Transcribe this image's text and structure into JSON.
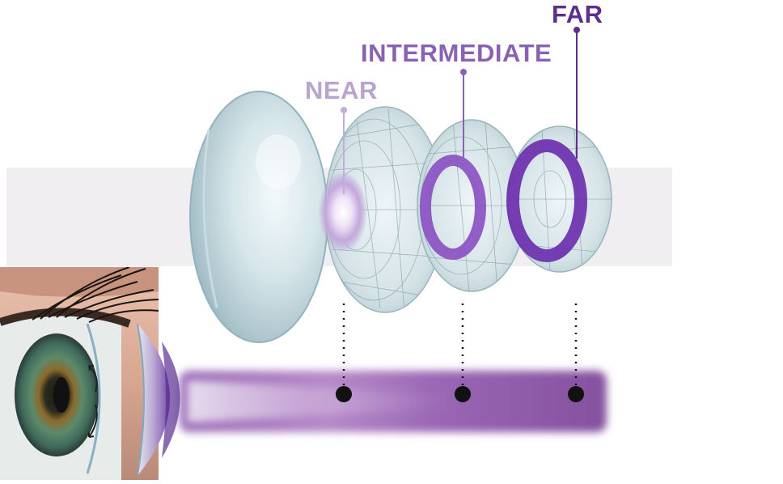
{
  "labels": {
    "near": "NEAR",
    "intermediate": "INTERMEDIATE",
    "far": "FAR"
  },
  "colors": {
    "near": "#b9a3d0",
    "intermediate": "#8a62b3",
    "far": "#5e2e8f",
    "beam": "#8d5ba8",
    "band": "#f1eef1"
  },
  "icons": {
    "eye": "eye-closeup-icon",
    "lens": "contact-lens-icon"
  }
}
